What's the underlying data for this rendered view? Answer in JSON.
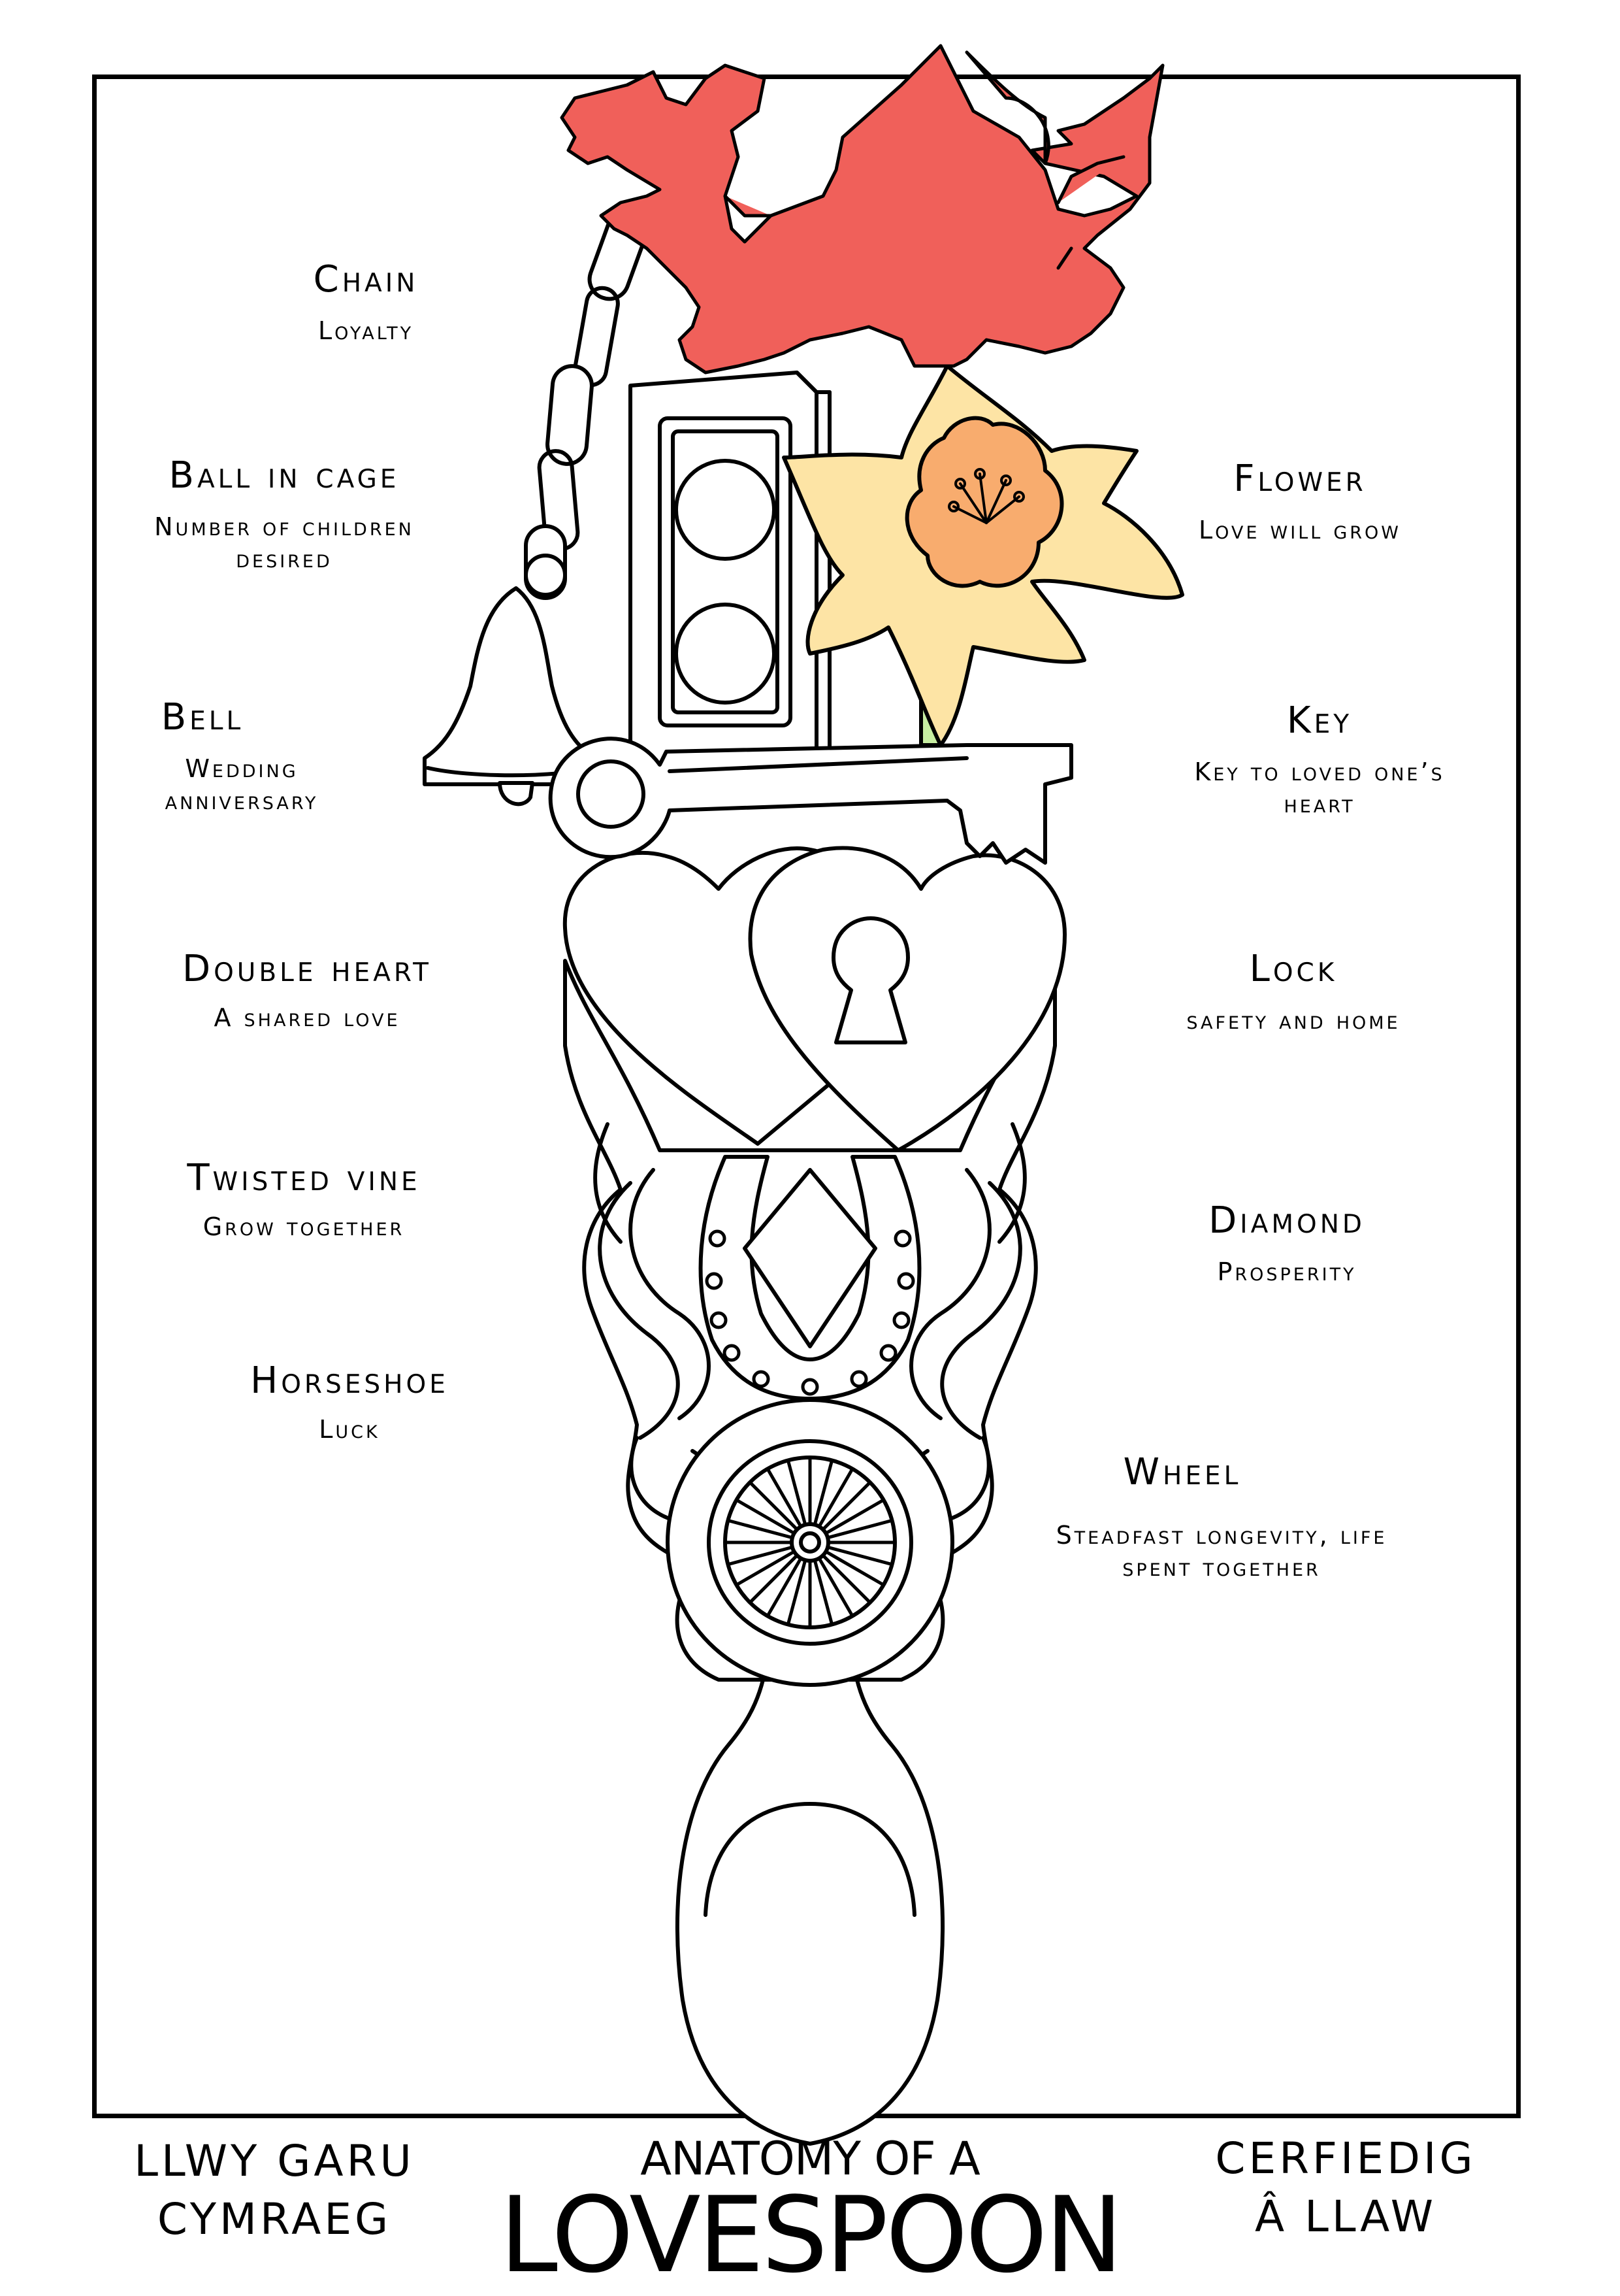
{
  "labels": {
    "chain": {
      "title": "Chain",
      "desc": "Loyalty"
    },
    "ball": {
      "title": "Ball in cage",
      "desc": "Number of children desired"
    },
    "bell": {
      "title": "Bell",
      "desc": "Wedding anniversary"
    },
    "double_heart": {
      "title": "Double heart",
      "desc": "A shared love"
    },
    "vine": {
      "title": "Twisted vine",
      "desc": "Grow together"
    },
    "horseshoe": {
      "title": "Horseshoe",
      "desc": "Luck"
    },
    "flower": {
      "title": "Flower",
      "desc": "Love will grow"
    },
    "key": {
      "title": "Key",
      "desc": "Key to loved one’s heart"
    },
    "lock": {
      "title": "Lock",
      "desc": "safety and home"
    },
    "diamond": {
      "title": "Diamond",
      "desc": "Prosperity"
    },
    "wheel": {
      "title": "Wheel",
      "desc": "Steadfast longevity, life spent together"
    }
  },
  "footer": {
    "left_line1": "LLWY GARU",
    "left_line2": "CYMRAEG",
    "title_top": "ANATOMY OF A",
    "title_main": "LOVESPOON",
    "right_line1": "CERFIEDIG",
    "right_line2": "Â LLAW"
  },
  "colors": {
    "dragon": "#f0605a",
    "petal": "#fde4a5",
    "trumpet": "#f8ac6e",
    "stem": "#c7eea2",
    "line": "#000000"
  }
}
